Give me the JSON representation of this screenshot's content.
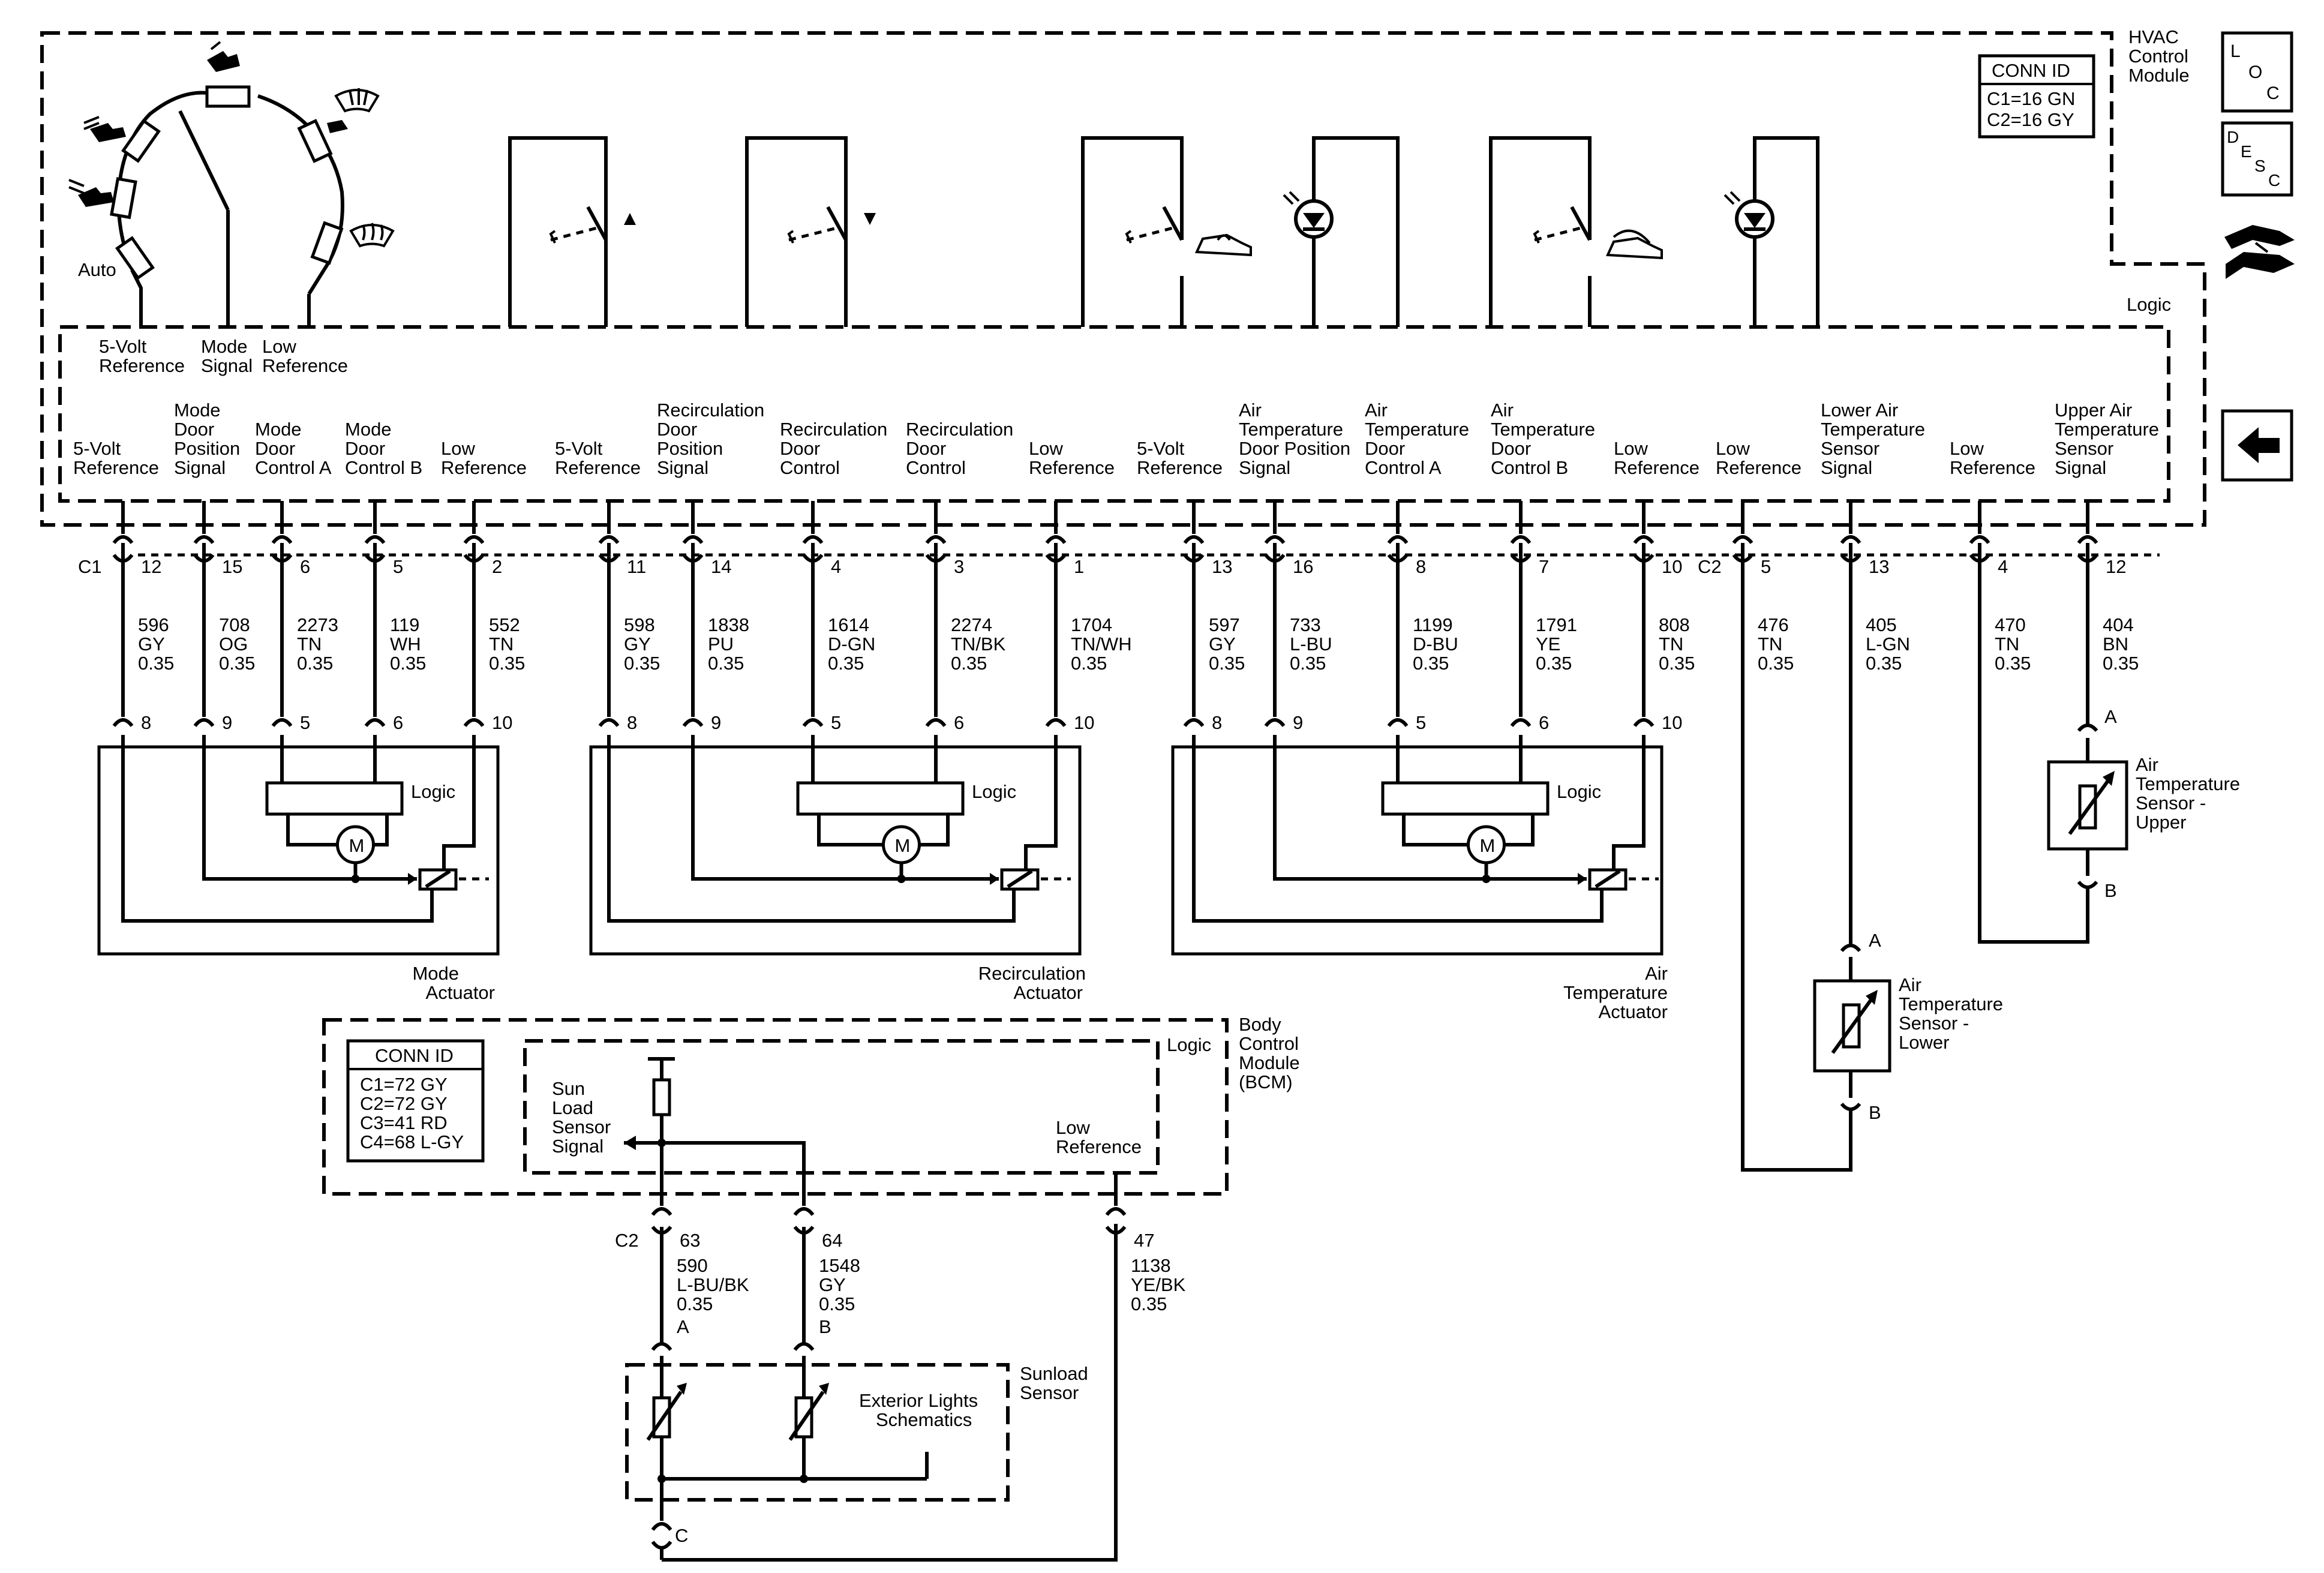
{
  "hvac": {
    "title": [
      "HVAC",
      "Control",
      "Module"
    ],
    "conn_id_title": "CONN ID",
    "conn_ids": [
      "C1=16 GN",
      "C2=16 GY"
    ],
    "logic": "Logic",
    "mode_switch_auto": "Auto",
    "mode_switch_signals": [
      [
        "5-Volt",
        "Reference"
      ],
      [
        "Mode",
        "Signal"
      ],
      [
        "Low",
        "Reference"
      ]
    ]
  },
  "side_icons": [
    {
      "name": "loc-icon",
      "text": "LOC"
    },
    {
      "name": "desc-icon",
      "text": "DESC"
    },
    {
      "name": "harness-icon",
      "text": ""
    },
    {
      "name": "back-arrow-icon",
      "text": ""
    }
  ],
  "c1": {
    "label": "C1",
    "pins": [
      {
        "func": [
          "5-Volt",
          "Reference"
        ],
        "pin": "12",
        "circuit": "596",
        "color": "GY",
        "size": "0.35",
        "act_pin": "8"
      },
      {
        "func": [
          "Mode",
          "Door",
          "Position",
          "Signal"
        ],
        "pin": "15",
        "circuit": "708",
        "color": "OG",
        "size": "0.35",
        "act_pin": "9"
      },
      {
        "func": [
          "Mode",
          "Door",
          "Control A"
        ],
        "pin": "6",
        "circuit": "2273",
        "color": "TN",
        "size": "0.35",
        "act_pin": "5"
      },
      {
        "func": [
          "Mode",
          "Door",
          "Control B"
        ],
        "pin": "5",
        "circuit": "119",
        "color": "WH",
        "size": "0.35",
        "act_pin": "6"
      },
      {
        "func": [
          "Low",
          "Reference"
        ],
        "pin": "2",
        "circuit": "552",
        "color": "TN",
        "size": "0.35",
        "act_pin": "10"
      },
      {
        "func": [
          "5-Volt",
          "Reference"
        ],
        "pin": "11",
        "circuit": "598",
        "color": "GY",
        "size": "0.35",
        "act_pin": "8"
      },
      {
        "func": [
          "Recirculation",
          "Door",
          "Position",
          "Signal"
        ],
        "pin": "14",
        "circuit": "1838",
        "color": "PU",
        "size": "0.35",
        "act_pin": "9"
      },
      {
        "func": [
          "Recirculation",
          "Door",
          "Control"
        ],
        "pin": "4",
        "circuit": "1614",
        "color": "D-GN",
        "size": "0.35",
        "act_pin": "5"
      },
      {
        "func": [
          "Recirculation",
          "Door",
          "Control"
        ],
        "pin": "3",
        "circuit": "2274",
        "color": "TN/BK",
        "size": "0.35",
        "act_pin": "6"
      },
      {
        "func": [
          "Low",
          "Reference"
        ],
        "pin": "1",
        "circuit": "1704",
        "color": "TN/WH",
        "size": "0.35",
        "act_pin": "10"
      },
      {
        "func": [
          "5-Volt",
          "Reference"
        ],
        "pin": "13",
        "circuit": "597",
        "color": "GY",
        "size": "0.35",
        "act_pin": "8"
      },
      {
        "func": [
          "Air",
          "Temperature",
          "Door Position",
          "Signal"
        ],
        "pin": "16",
        "circuit": "733",
        "color": "L-BU",
        "size": "0.35",
        "act_pin": "9"
      },
      {
        "func": [
          "Air",
          "Temperature",
          "Door",
          "Control A"
        ],
        "pin": "8",
        "circuit": "1199",
        "color": "D-BU",
        "size": "0.35",
        "act_pin": "5"
      },
      {
        "func": [
          "Air",
          "Temperature",
          "Door",
          "Control B"
        ],
        "pin": "7",
        "circuit": "1791",
        "color": "YE",
        "size": "0.35",
        "act_pin": "6"
      },
      {
        "func": [
          "Low",
          "Reference"
        ],
        "pin": "10",
        "circuit": "808",
        "color": "TN",
        "size": "0.35",
        "act_pin": "10"
      }
    ]
  },
  "c2": {
    "label": "C2",
    "pins": [
      {
        "func": [
          "Low",
          "Reference"
        ],
        "pin": "5",
        "circuit": "476",
        "color": "TN",
        "size": "0.35"
      },
      {
        "func": [
          "Lower Air",
          "Temperature",
          "Sensor",
          "Signal"
        ],
        "pin": "13",
        "circuit": "405",
        "color": "L-GN",
        "size": "0.35"
      },
      {
        "func": [
          "Low",
          "Reference"
        ],
        "pin": "4",
        "circuit": "470",
        "color": "TN",
        "size": "0.35"
      },
      {
        "func": [
          "Upper Air",
          "Temperature",
          "Sensor",
          "Signal"
        ],
        "pin": "12",
        "circuit": "404",
        "color": "BN",
        "size": "0.35"
      }
    ]
  },
  "actuators": [
    {
      "name": [
        "Mode",
        "Actuator"
      ],
      "logic": "Logic",
      "motor": "M"
    },
    {
      "name": [
        "Recirculation",
        "Actuator"
      ],
      "logic": "Logic",
      "motor": "M"
    },
    {
      "name": [
        "Air",
        "Temperature",
        "Actuator"
      ],
      "logic": "Logic",
      "motor": "M"
    }
  ],
  "sensors": {
    "upper": {
      "name": [
        "Air",
        "Temperature",
        "Sensor -",
        "Upper"
      ],
      "pin_a": "A",
      "pin_b": "B"
    },
    "lower": {
      "name": [
        "Air",
        "Temperature",
        "Sensor -",
        "Lower"
      ],
      "pin_a": "A",
      "pin_b": "B"
    }
  },
  "bcm": {
    "title": [
      "Body",
      "Control",
      "Module",
      "(BCM)"
    ],
    "logic": "Logic",
    "conn_id_title": "CONN ID",
    "conn_ids": [
      "C1=72 GY",
      "C2=72 GY",
      "C3=41 RD",
      "C4=68 L-GY"
    ],
    "sun_signal": [
      "Sun",
      "Load",
      "Sensor",
      "Signal"
    ],
    "low_ref": [
      "Low",
      "Reference"
    ],
    "conn_label": "C2",
    "pins": [
      {
        "pin": "63",
        "circuit": "590",
        "color": "L-BU/BK",
        "size": "0.35",
        "sensor_pin": "A"
      },
      {
        "pin": "64",
        "circuit": "1548",
        "color": "GY",
        "size": "0.35",
        "sensor_pin": "B"
      },
      {
        "pin": "47",
        "circuit": "1138",
        "color": "YE/BK",
        "size": "0.35",
        "sensor_pin": "C"
      }
    ]
  },
  "sunload": {
    "name": [
      "Sunload",
      "Sensor"
    ],
    "ref": [
      "Exterior Lights",
      "Schematics"
    ]
  },
  "colors": {
    "line": "#000000",
    "background": "#ffffff"
  }
}
